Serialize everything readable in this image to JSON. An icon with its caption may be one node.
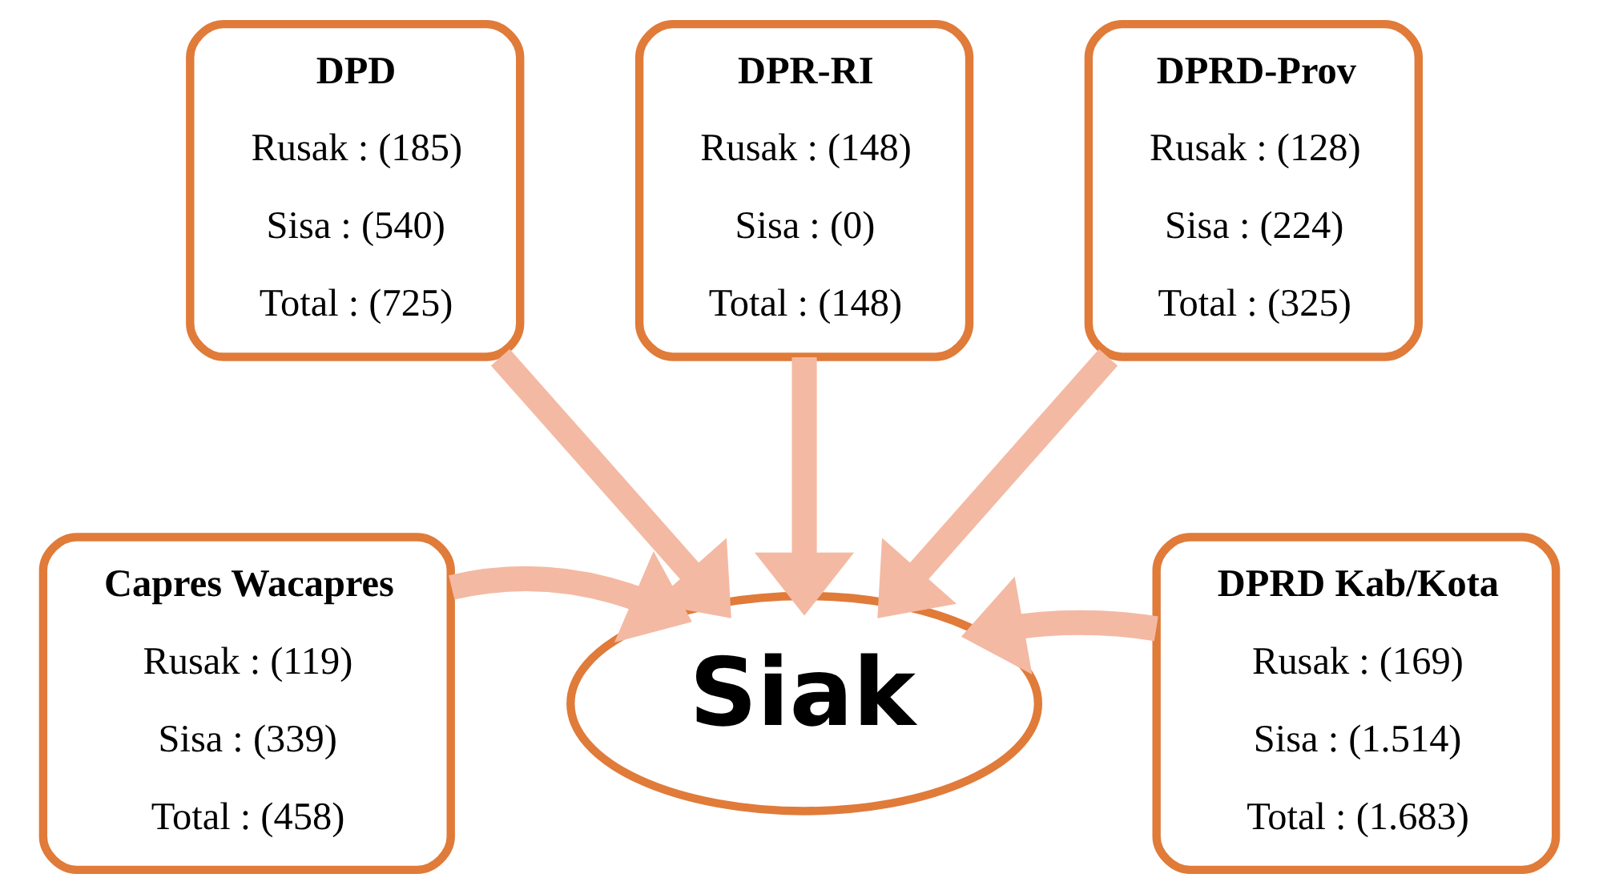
{
  "diagram": {
    "nodes": [
      {
        "text": [
          "DPR-RI",
          "Rusak : (148)",
          "Sisa : (0)",
          "Total : (148)"
        ]
      },
      {
        "text": [
          "DPD",
          "Rusak : (185)",
          "Sisa : (540)",
          "Total : (725)"
        ]
      },
      {
        "text": [
          "DPRD-Prov",
          "Rusak : (128)",
          "Sisa : (224)",
          "Total : (325)"
        ]
      },
      {
        "text": [
          "Capres Wacapres",
          "Rusak : (119)",
          "Sisa : (339)",
          "Total : (458)"
        ]
      },
      {
        "text": [
          "Siak"
        ]
      },
      {
        "text": [
          "DPRD Kab/Kota",
          "Rusak : (169)",
          "Sisa : (1.514)",
          "Total : (1.683)"
        ]
      }
    ],
    "edges": [
      {
        "from": 0,
        "to": 4,
        "arrow": "to"
      },
      {
        "from": 1,
        "to": 4,
        "arrow": "to"
      },
      {
        "from": 2,
        "to": 4,
        "arrow": "to"
      },
      {
        "from": 3,
        "to": 4,
        "arrow": "to"
      },
      {
        "from": 5,
        "to": 4,
        "arrow": "to"
      }
    ]
  }
}
